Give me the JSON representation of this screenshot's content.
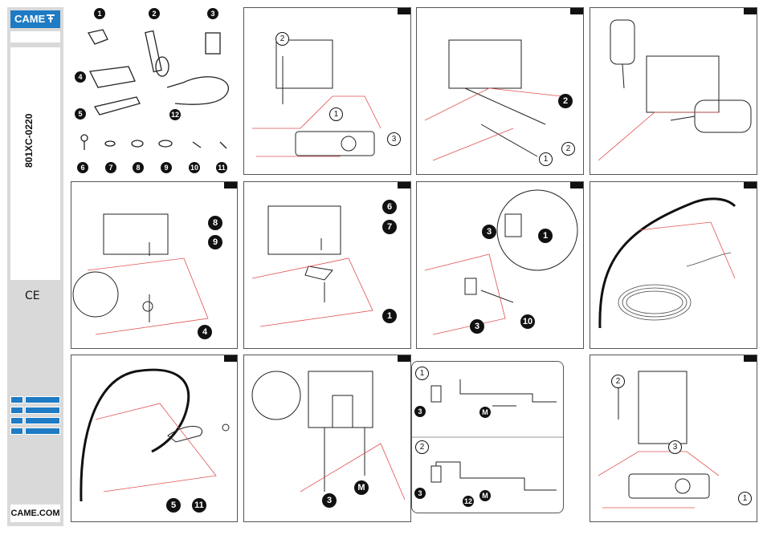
{
  "brand": {
    "name": "CAME",
    "website": "CAME.COM"
  },
  "document": {
    "code": "801XC-0220",
    "mark": "CE"
  },
  "parts": [
    "1",
    "2",
    "3",
    "4",
    "5",
    "6",
    "7",
    "8",
    "9",
    "10",
    "11",
    "12"
  ],
  "steps": {
    "s1": [
      "2",
      "1",
      "3"
    ],
    "s2": [
      "2",
      "2",
      "1"
    ],
    "s5": [
      "8",
      "9",
      "4"
    ],
    "s6": [
      "6",
      "7",
      "1"
    ],
    "s7": [
      "3",
      "1",
      "3",
      "10"
    ],
    "s9": [
      "5",
      "11"
    ],
    "s10": [
      "3",
      "M",
      "1",
      "3",
      "M",
      "2",
      "3",
      "12",
      "M"
    ],
    "s11": [
      "2",
      "3",
      "1"
    ]
  },
  "colors": {
    "brand": "#1e7bc4",
    "line": "#222222",
    "detail": "#e05050"
  }
}
